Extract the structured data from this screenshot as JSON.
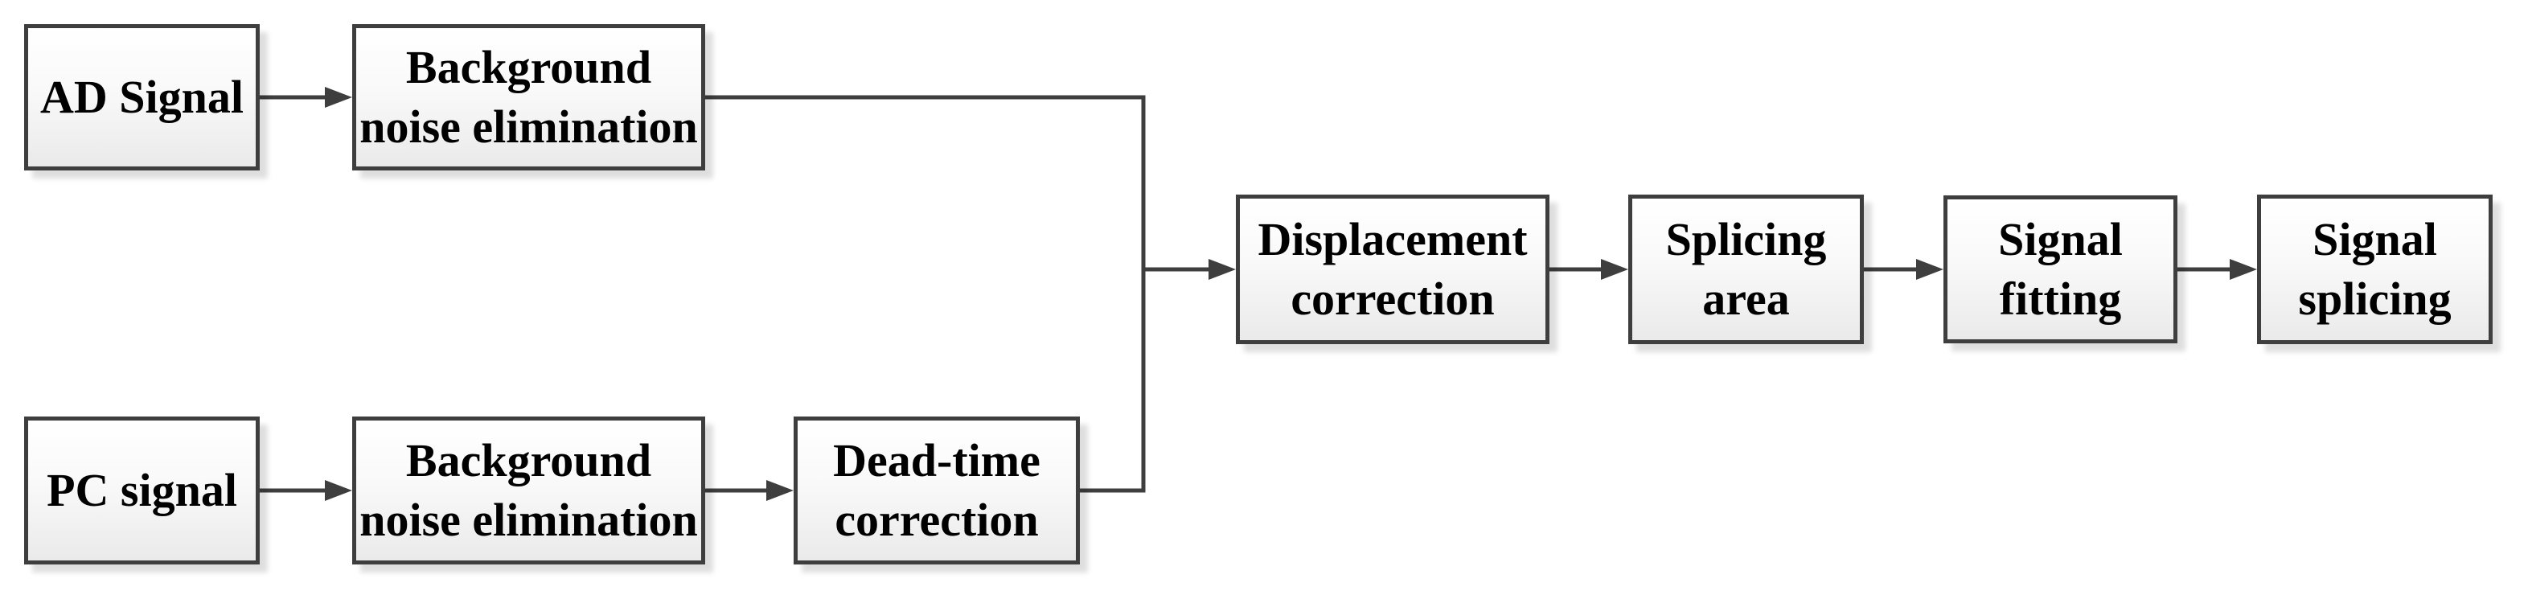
{
  "diagram": {
    "type": "flowchart",
    "colors": {
      "box_border": "#3e3e3e",
      "connector": "#3e3e3e",
      "box_fill_top": "#ffffff",
      "box_fill_bottom": "#eaeaea",
      "text": "#000000",
      "background": "#ffffff"
    },
    "nodes": [
      {
        "id": "ad-signal",
        "label": "AD Signal"
      },
      {
        "id": "background-noise-elimination-top",
        "label": "Background\nnoise elimination"
      },
      {
        "id": "pc-signal",
        "label": "PC signal"
      },
      {
        "id": "background-noise-elimination-bottom",
        "label": "Background\nnoise elimination"
      },
      {
        "id": "dead-time-correction",
        "label": "Dead-time\ncorrection"
      },
      {
        "id": "displacement-correction",
        "label": "Displacement\ncorrection"
      },
      {
        "id": "splicing-area",
        "label": "Splicing\narea"
      },
      {
        "id": "signal-fitting",
        "label": "Signal\nfitting"
      },
      {
        "id": "signal-splicing",
        "label": "Signal\nsplicing"
      }
    ],
    "edges": [
      {
        "from": "ad-signal",
        "to": "background-noise-elimination-top"
      },
      {
        "from": "pc-signal",
        "to": "background-noise-elimination-bottom"
      },
      {
        "from": "background-noise-elimination-bottom",
        "to": "dead-time-correction"
      },
      {
        "from": "background-noise-elimination-top",
        "to": "displacement-correction",
        "via": "merge-elbow"
      },
      {
        "from": "dead-time-correction",
        "to": "displacement-correction",
        "via": "merge-elbow"
      },
      {
        "from": "displacement-correction",
        "to": "splicing-area"
      },
      {
        "from": "splicing-area",
        "to": "signal-fitting"
      },
      {
        "from": "signal-fitting",
        "to": "signal-splicing"
      }
    ]
  }
}
